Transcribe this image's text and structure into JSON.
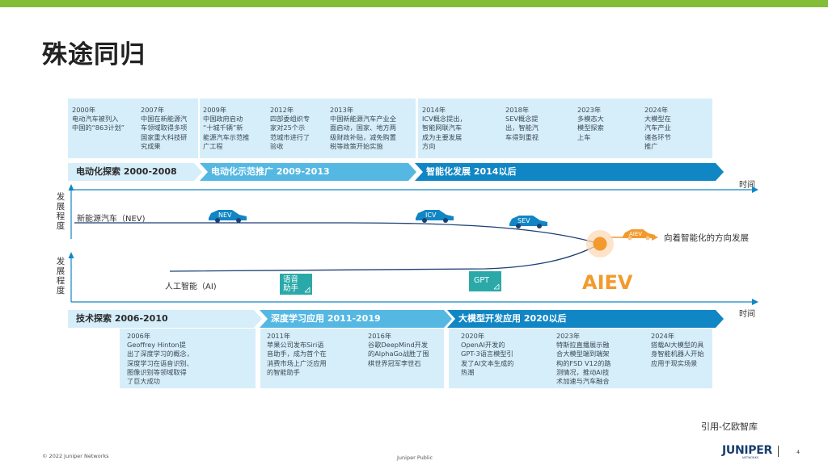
{
  "title": "殊途同归",
  "ev": {
    "events": [
      {
        "text": "2000年\n电动汽车被列入\n中国的“863计划”"
      },
      {
        "text": "2007年\n中国在新能源汽\n车领域取得多项\n国家重大科技研\n究成果"
      },
      {
        "text": "2009年\n中国政府启动\n“十城千辆”新\n能源汽车示范推\n广工程"
      },
      {
        "text": "2012年\n四部委组织专\n家对25个示\n范城市进行了\n验收"
      },
      {
        "text": "2013年\n中国新能源汽车产业全\n面启动，国家、地方两\n级财政补贴，减免购置\n税等政策开始实施"
      },
      {
        "text": "2014年\nICV概念提出，\n智能网联汽车\n成为主要发展\n方向"
      },
      {
        "text": "2018年\nSEV概念提\n出，智能汽\n车得到重视"
      },
      {
        "text": "2023年\n多模态大\n模型探索\n上车"
      },
      {
        "text": "2024年\n大模型在\n汽车产业\n诸各环节\n推广"
      }
    ],
    "phases": [
      "电动化探索 2000-2008",
      "电动化示范推广 2009-2013",
      "智能化发展 2014以后"
    ],
    "time_label": "时间",
    "y_label": "发展程度",
    "line_label": "新能源汽车（NEV)",
    "cars": [
      "NEV",
      "ICV",
      "SEV",
      "AIEV"
    ],
    "direction_label": "向着智能化的方向发展"
  },
  "ai": {
    "y_label": "发展程度",
    "line_label": "人工智能（AI)",
    "chips": [
      "语音\n助手",
      "GPT"
    ],
    "time_label": "时间",
    "phases": [
      "技术探索 2006-2010",
      "深度学习应用 2011-2019",
      "大模型开发应用 2020以后"
    ],
    "events": [
      {
        "text": "2006年\nGeoffrey Hinton提\n出了深度学习的概念，\n深度学习在语音识别、\n图像识别等领域取得\n了巨大成功"
      },
      {
        "text": "2011年\n苹果公司发布Siri语\n音助手，成为首个在\n消费市场上广泛应用\n的智能助手"
      },
      {
        "text": "2016年\n谷歌DeepMind开发\n的AlphaGo战胜了围\n棋世界冠军李世石"
      },
      {
        "text": "2020年\nOpenAI开发的\nGPT-3语言模型引\n发了AI文本生成的\n热潮"
      },
      {
        "text": "2023年\n特斯拉直播展示融\n合大模型端到端架\n构的FSD V12的路\n测情况，推动AI技\n术加速与汽车融合"
      },
      {
        "text": "2024年\n搭载AI大模型的具\n身智能机器人开始\n应用于现实场景"
      }
    ]
  },
  "aiev_label": "AIEV",
  "reference": "引用-亿欧智库",
  "footer": {
    "copyright": "© 2022 Juniper Networks",
    "classification": "Juniper Public",
    "logo": "JUNIPER",
    "logo_sub": "NETWORKS",
    "page": "4"
  },
  "colors": {
    "accent_green": "#84bd3a",
    "light_blue": "#d6eefa",
    "mid_blue": "#55b8e3",
    "dark_blue": "#1186c4",
    "teal": "#2aa9a8",
    "orange": "#f29a2e"
  }
}
